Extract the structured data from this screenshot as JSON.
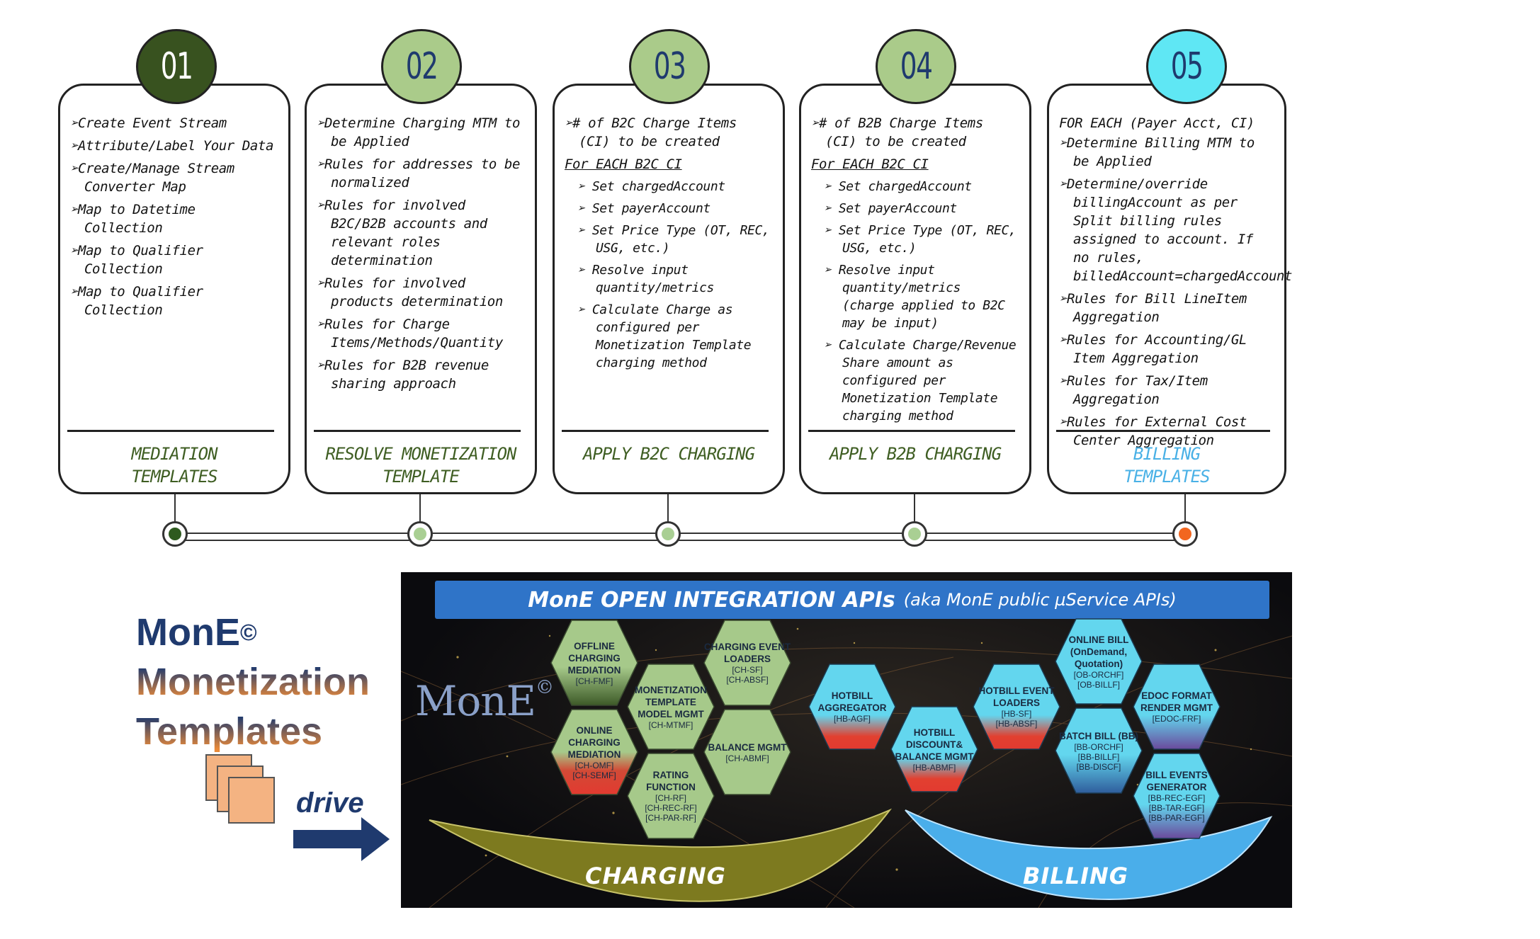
{
  "steps": [
    {
      "number": "01",
      "circle_color": "#38521f",
      "number_color": "#ffffff",
      "label_color": "#3f5e23",
      "label_lines": [
        "MEDIATION",
        "TEMPLATES"
      ],
      "lines": [
        {
          "kind": "item",
          "text": "➢Create Event Stream"
        },
        {
          "kind": "item",
          "text": "➢Attribute/Label Your Data"
        },
        {
          "kind": "item",
          "text": "➢Create/Manage Stream Converter Map"
        },
        {
          "kind": "item",
          "text": "➢Map to Datetime Collection"
        },
        {
          "kind": "item",
          "text": "➢Map to Qualifier Collection"
        },
        {
          "kind": "item",
          "text": "➢Map to Qualifier Collection"
        }
      ]
    },
    {
      "number": "02",
      "circle_color": "#aacb8a",
      "number_color": "#1f3a6e",
      "label_color": "#3f5e23",
      "label_lines": [
        "RESOLVE MONETIZATION",
        "TEMPLATE"
      ],
      "lines": [
        {
          "kind": "item",
          "text": "➢Determine Charging MTM to be Applied"
        },
        {
          "kind": "item",
          "text": "➢Rules for addresses to be normalized"
        },
        {
          "kind": "item",
          "text": "➢Rules for involved B2C/B2B accounts and relevant roles determination"
        },
        {
          "kind": "item",
          "text": "➢Rules for involved products determination"
        },
        {
          "kind": "item",
          "text": "➢Rules for Charge Items/Methods/Quantity"
        },
        {
          "kind": "item",
          "text": "➢Rules for B2B revenue sharing approach"
        }
      ]
    },
    {
      "number": "03",
      "circle_color": "#aacb8a",
      "number_color": "#1f3a6e",
      "label_color": "#3f5e23",
      "label_lines": [
        "APPLY B2C CHARGING"
      ],
      "lines": [
        {
          "kind": "item",
          "text": "➢# of B2C Charge Items (CI) to be created"
        },
        {
          "kind": "under",
          "text": "For EACH B2C CI"
        },
        {
          "kind": "sub",
          "text": "➢ Set chargedAccount"
        },
        {
          "kind": "sub",
          "text": "➢ Set payerAccount"
        },
        {
          "kind": "sub",
          "text": "➢ Set Price Type (OT, REC, USG, etc.)"
        },
        {
          "kind": "sub",
          "text": "➢ Resolve input quantity/metrics"
        },
        {
          "kind": "sub",
          "text": "➢ Calculate Charge as configured per Monetization Template charging method"
        }
      ]
    },
    {
      "number": "04",
      "circle_color": "#aacb8a",
      "number_color": "#1f3a6e",
      "label_color": "#3f5e23",
      "label_lines": [
        "APPLY B2B CHARGING"
      ],
      "lines": [
        {
          "kind": "item",
          "text": "➢# of B2B Charge Items (CI) to be created"
        },
        {
          "kind": "under",
          "text": "For EACH B2C CI"
        },
        {
          "kind": "sub",
          "text": "➢ Set chargedAccount"
        },
        {
          "kind": "sub",
          "text": "➢ Set payerAccount"
        },
        {
          "kind": "sub",
          "text": "➢ Set Price Type (OT, REC, USG, etc.)"
        },
        {
          "kind": "sub",
          "text": "➢ Resolve input quantity/metrics (charge applied to B2C may be input)"
        },
        {
          "kind": "sub",
          "text": "➢ Calculate Charge/Revenue Share amount as configured per Monetization Template charging method"
        }
      ]
    },
    {
      "number": "05",
      "circle_color": "#5fe7f4",
      "number_color": "#1f3a6e",
      "label_color": "#4ab1e6",
      "label_lines": [
        "BILLING",
        "TEMPLATES"
      ],
      "lines": [
        {
          "kind": "plain",
          "text": "FOR EACH (Payer Acct, CI)"
        },
        {
          "kind": "item",
          "text": "➢Determine Billing MTM to be Applied"
        },
        {
          "kind": "item",
          "text": "➢Determine/override billingAccount as per Split billing rules assigned to account. If no rules, billedAccount=chargedAccount"
        },
        {
          "kind": "item",
          "text": "➢Rules for Bill LineItem Aggregation"
        },
        {
          "kind": "item",
          "text": "➢Rules for Accounting/GL Item Aggregation"
        },
        {
          "kind": "item",
          "text": "➢Rules for Tax/Item Aggregation"
        },
        {
          "kind": "item",
          "text": "➢Rules for External Cost Center Aggregation"
        }
      ]
    }
  ],
  "timeline_node_colors": [
    "#2e5a1f",
    "#a9cf93",
    "#a9cf93",
    "#a9cf93",
    "#f2661f"
  ],
  "left_title": {
    "line1": "MonE",
    "copyright": "©",
    "line2": "Monetization",
    "line3": "Templates",
    "drive": "drive"
  },
  "panel": {
    "banner_main": "MonE OPEN INTEGRATION APIs",
    "banner_aka": "(aka MonE public µService APIs)",
    "logo": "MonE",
    "logo_mark": "©",
    "charging_label": "CHARGING",
    "billing_label": "BILLING",
    "hexes": [
      {
        "id": "offline-charging",
        "title": [
          "OFFLINE CHARGING",
          "MEDIATION"
        ],
        "codes": [
          "[CH-FMF]"
        ],
        "fill": "green-dark"
      },
      {
        "id": "online-charging",
        "title": [
          "ONLINE CHARGING",
          "MEDIATION"
        ],
        "codes": [
          "[CH-OMF]",
          "[CH-SEMF]"
        ],
        "fill": "green-red"
      },
      {
        "id": "monetization-template",
        "title": [
          "MONETIZATION",
          "TEMPLATE",
          "MODEL MGMT"
        ],
        "codes": [
          "[CH-MTMF]"
        ],
        "fill": "green"
      },
      {
        "id": "rating-function",
        "title": [
          "RATING",
          "FUNCTION"
        ],
        "codes": [
          "[CH-RF]",
          "[CH-REC-RF]",
          "[CH-PAR-RF]"
        ],
        "fill": "green"
      },
      {
        "id": "charging-event-loaders",
        "title": [
          "CHARGING EVENT",
          "LOADERS"
        ],
        "codes": [
          "[CH-SF]",
          "[CH-ABSF]"
        ],
        "fill": "green"
      },
      {
        "id": "balance-mgmt",
        "title": [
          "BALANCE MGMT"
        ],
        "codes": [
          "[CH-ABMF]"
        ],
        "fill": "green"
      },
      {
        "id": "hotbill-aggregator",
        "title": [
          "HOTBILL",
          "AGGREGATOR"
        ],
        "codes": [
          "[HB-AGF]"
        ],
        "fill": "cyan-red"
      },
      {
        "id": "hotbill-discount",
        "title": [
          "HOTBILL",
          "DISCOUNT&",
          "BALANCE MGMT"
        ],
        "codes": [
          "[HB-ABMF]"
        ],
        "fill": "cyan-red"
      },
      {
        "id": "hotbill-event-loaders",
        "title": [
          "HOTBILL EVENT",
          "LOADERS"
        ],
        "codes": [
          "[HB-SF]",
          "[HB-ABSF]"
        ],
        "fill": "cyan-red"
      },
      {
        "id": "online-bill",
        "title": [
          "ONLINE BILL",
          "(OnDemand, Quotation)"
        ],
        "codes": [
          "[OB-ORCHF]",
          "[OB-BILLF]"
        ],
        "fill": "cyan"
      },
      {
        "id": "batch-bill",
        "title": [
          "BATCH BILL (BB)"
        ],
        "codes": [
          "[BB-ORCHF]",
          "[BB-BILLF]",
          "[BB-DISCF]"
        ],
        "fill": "cyan-blue"
      },
      {
        "id": "edoc-format",
        "title": [
          "EDOC FORMAT",
          "RENDER MGMT"
        ],
        "codes": [
          "[EDOC-FRF]"
        ],
        "fill": "cyan-purple"
      },
      {
        "id": "bill-events-generator",
        "title": [
          "BILL EVENTS",
          "GENERATOR"
        ],
        "codes": [
          "[BB-REC-EGF]",
          "[BB-TAR-EGF]",
          "[BB-PAR-EGF]"
        ],
        "fill": "cyan-purple"
      }
    ]
  }
}
